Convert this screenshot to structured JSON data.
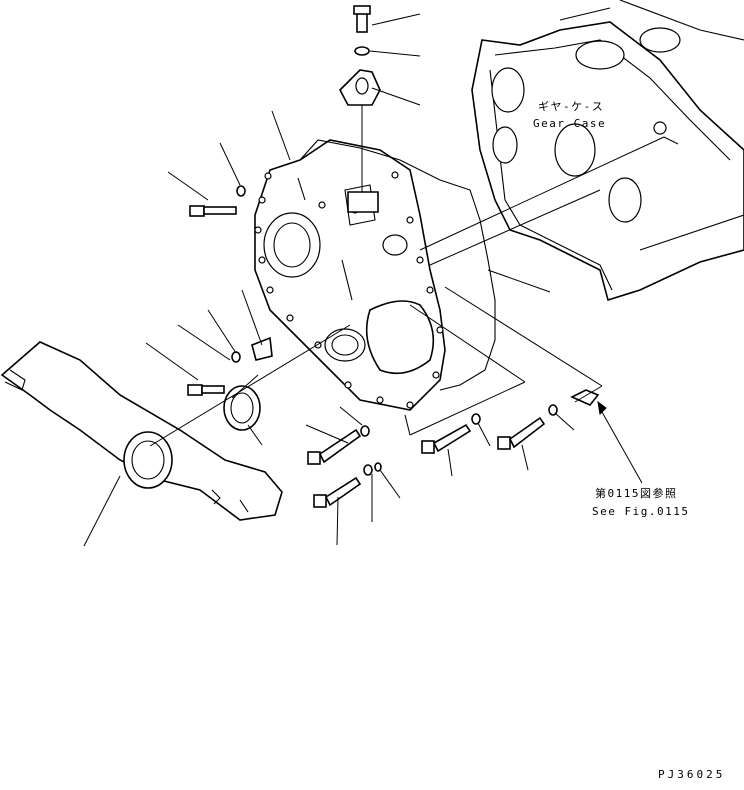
{
  "labels": {
    "gear_case_jp": "ギヤ-ケ-ス",
    "gear_case_en": "Gear Case",
    "see_fig_jp": "第0115図参照",
    "see_fig_en": "See Fig.0115",
    "drawing_code": "PJ36025"
  },
  "colors": {
    "line": "#000000",
    "background": "#ffffff"
  }
}
